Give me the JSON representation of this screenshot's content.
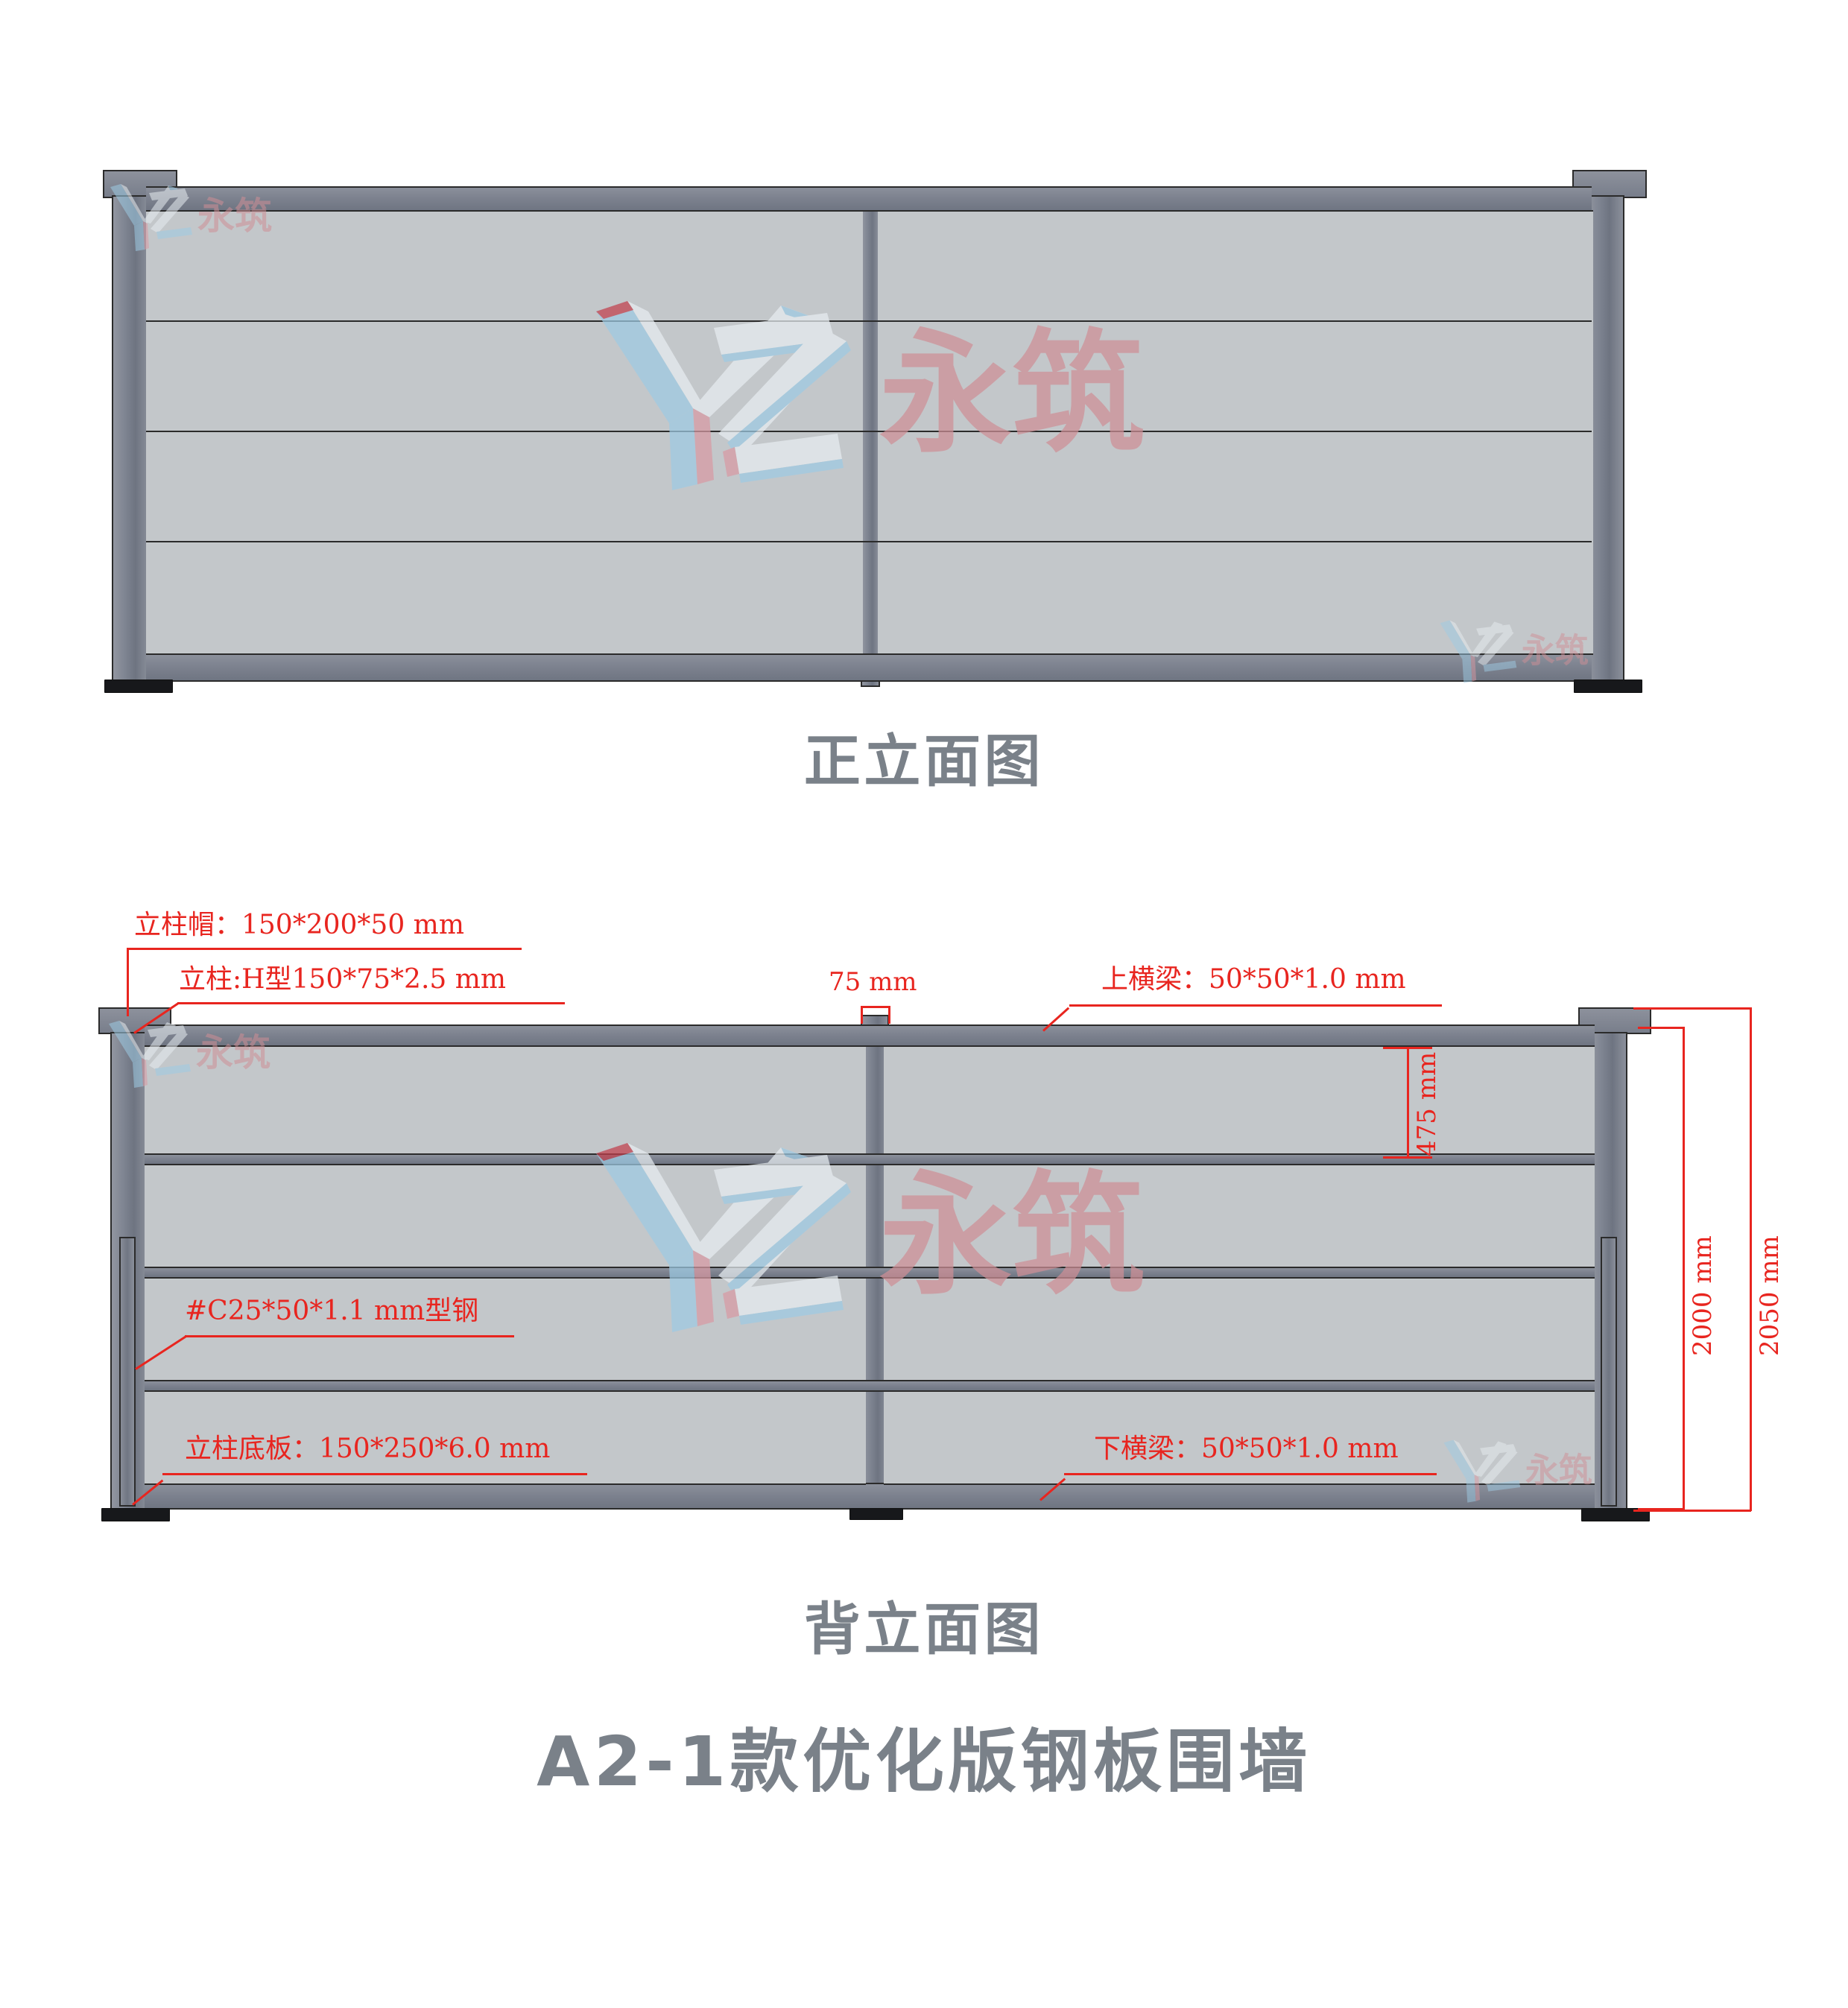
{
  "document": {
    "type": "technical-elevation-drawing",
    "title": "A2-1款优化版钢板围墙"
  },
  "views": [
    {
      "id": "front",
      "caption": "正立面图"
    },
    {
      "id": "back",
      "caption": "背立面图"
    }
  ],
  "captions": {
    "front_view": "正立面图",
    "back_view": "背立面图",
    "product_title": "A2-1款优化版钢板围墙"
  },
  "annotations": {
    "post_cap": "立柱帽：150*200*50 mm",
    "post": "立柱:H型150*75*2.5 mm",
    "center_post_gap": "75 mm",
    "top_beam": "上横梁：50*50*1.0 mm",
    "c_section": "#C25*50*1.1 mm型钢",
    "post_base_plate": "立柱底板：150*250*6.0 mm",
    "bottom_beam": "下横梁：50*50*1.0 mm"
  },
  "dimensions": {
    "panel_height": "475 mm",
    "wall_height": "2000 mm",
    "total_height": "2050 mm"
  },
  "watermark": {
    "logo_text": "YZ",
    "brand_text": "永筑"
  },
  "colors": {
    "annotation_red": "#e8251f",
    "caption_gray": "#7a8189",
    "panel_fill": "#c3c7ca",
    "steel_post": "#7f8592",
    "base_plate": "#17181b",
    "watermark_blue": "#9ecbe4",
    "watermark_pink": "#d99aa4"
  }
}
